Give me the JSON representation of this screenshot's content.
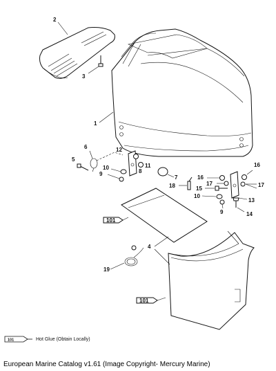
{
  "callouts": {
    "c1": "1",
    "c2": "2",
    "c3": "3",
    "c4": "4",
    "c5": "5",
    "c6": "6",
    "c7": "7",
    "c8": "8",
    "c9a": "9",
    "c9b": "9",
    "c10a": "10",
    "c10b": "10",
    "c11": "11",
    "c12": "12",
    "c13": "13",
    "c14": "14",
    "c15": "15",
    "c16a": "16",
    "c16b": "16",
    "c17a": "17",
    "c17b": "17",
    "c18": "18",
    "c19": "19"
  },
  "glue_label": "101",
  "legend": {
    "text": "Hot Glue (Obtain Locally)"
  },
  "caption": "European Marine Catalog v1.61 (Image Copyright- Mercury Marine)"
}
